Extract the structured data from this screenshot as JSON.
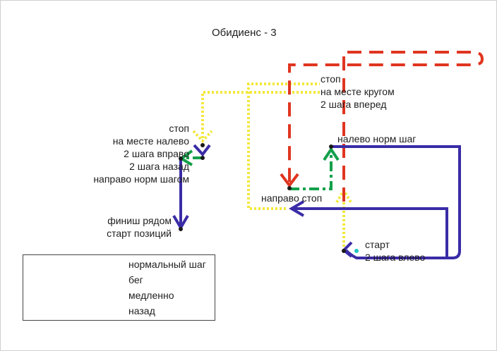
{
  "title": "Обидиенс - 3",
  "colors": {
    "normal": "#3a2ca6",
    "run": "#e03520",
    "slow": "#f3e83a",
    "back": "#13a04a",
    "point": "#1a1a1a",
    "start_marker": "#22c4c4"
  },
  "labels": {
    "stop_top": [
      "стоп",
      "на месте кругом",
      "2 шага вперед"
    ],
    "stop_left": [
      "стоп",
      "на месте налево",
      "2 шага вправо",
      "2 шага назад",
      "направо норм шагом"
    ],
    "left_norm": "налево норм шаг",
    "right_stop": "направо стоп",
    "finish": [
      "финиш рядом",
      "старт позиций"
    ],
    "start": [
      "старт",
      "2 шага влево"
    ]
  },
  "legend": [
    {
      "style": "normal",
      "label": "нормальный шаг"
    },
    {
      "style": "run",
      "label": "бег"
    },
    {
      "style": "slow",
      "label": "медленно"
    },
    {
      "style": "back",
      "label": "назад"
    }
  ]
}
